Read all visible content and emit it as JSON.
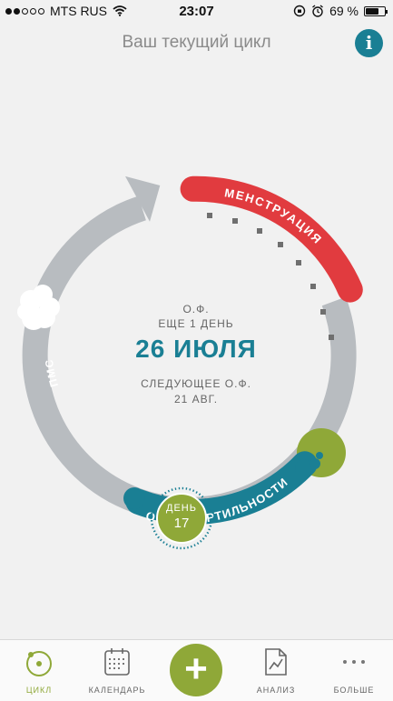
{
  "status_bar": {
    "carrier": "MTS RUS",
    "time": "23:07",
    "battery": "69 %",
    "battery_level": 0.69,
    "signal_bars": 2
  },
  "header": {
    "title": "Ваш текущий цикл",
    "info_label": "i"
  },
  "cycle": {
    "menstruation_label": "МЕНСТРУАЦИЯ",
    "pms_label": "ПМС",
    "fertility_label": "ОКНО ФЕРТИЛЬНОСТИ",
    "center": {
      "label": "О.Ф.",
      "sublabel": "ЕЩЕ 1 ДЕНЬ",
      "date": "26 ИЮЛЯ",
      "next_label": "СЛЕДУЮЩЕЕ О.Ф.",
      "next_date": "21 АВГ."
    },
    "day_badge": {
      "label": "ДЕНЬ",
      "number": "17"
    },
    "colors": {
      "menstruation": "#e13b3f",
      "fertility": "#1a7f94",
      "cycle": "#b8bcc0",
      "accent": "#8fa838"
    }
  },
  "tabbar": {
    "tabs": [
      {
        "label": "ЦИКЛ",
        "icon": "cycle-icon",
        "active": true
      },
      {
        "label": "КАЛЕНДАРЬ",
        "icon": "calendar-icon",
        "active": false
      },
      {
        "label": "АНАЛИЗ",
        "icon": "analysis-icon",
        "active": false
      },
      {
        "label": "БОЛЬШЕ",
        "icon": "more-icon",
        "active": false
      }
    ],
    "add_label": "+"
  }
}
